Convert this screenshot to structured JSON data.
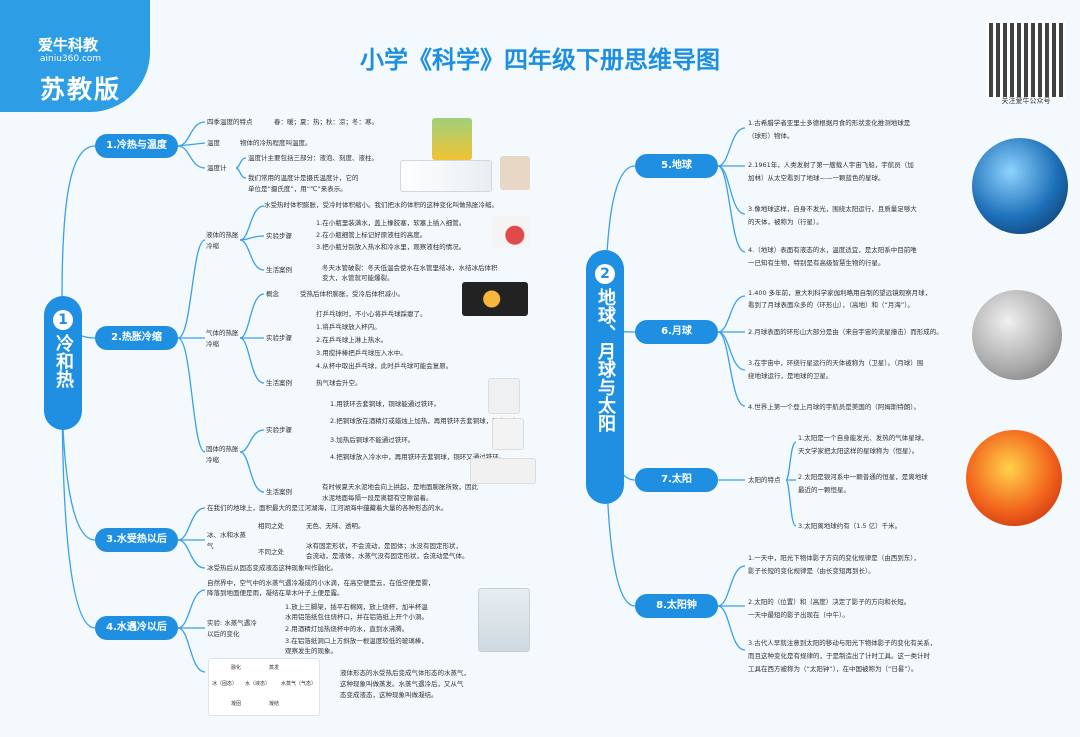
{
  "brand": {
    "name": "爱牛科教",
    "site": "ainiu360.com",
    "edition": "苏教版"
  },
  "title": "小学《科学》四年级下册思维导图",
  "qr_caption": "关注爱牛公众号",
  "colors": {
    "accent": "#1f8fe2",
    "line": "#3aa0e8"
  },
  "left": {
    "number": "1",
    "label": "冷和热",
    "b1": {
      "label": "1.冷热与温度",
      "k1": "四季温度的特点",
      "v1": "春：暖；夏：热；秋：凉；冬：寒。",
      "k2": "温度",
      "v2": "物体的冷热程度叫温度。",
      "k3": "温度计",
      "v3a": "温度计主要包括三部分：液泡、刻度、液柱。",
      "v3b": "我们常用的温度计是摄氏温度计，它的",
      "v3c": "单位是“摄氏度”，用“℃”来表示。"
    },
    "b2": {
      "label": "2.热胀冷缩",
      "liquid": "液体的热胀冷缩",
      "liq_intro": "水受热时体积膨胀，受冷时体积缩小。我们把水的体积的这种变化叫做热胀冷缩。",
      "exp": "实验步骤",
      "liq_steps": [
        "1.在小瓶里装满水，盖上橡胶塞，软塞上插入细管。",
        "2.在小瓶细管上标记好原液柱的高度。",
        "3.把小瓶分别放入热水和冷水里，观察液柱的情况。"
      ],
      "life": "生活案例",
      "liq_life": [
        "冬天水管破裂：冬天低温会使水在水管里结冰，水结冰后体积",
        "变大，水管就可能爆裂。"
      ],
      "gas": "气体的热胀冷缩",
      "concept": "概念",
      "gas_concept": "受热后体积膨胀，受冷后体积减小。",
      "gas_steps": [
        "打乒乓球时，不小心将乒乓球踩瘪了。",
        "1.将乒乓球放入杯内。",
        "2.在乒乓球上淋上热水。",
        "3.用搅拌棒把乒乓球压入水中。",
        "4.从杯中取出乒乓球，此时乒乓球可能会复原。"
      ],
      "gas_life": "热气球会升空。",
      "solid": "固体的热胀冷缩",
      "solid_steps": [
        "1.用铁环去套铜球，铜球能通过铁环。",
        "2.把铜球放在酒精灯或蜡烛上加热，再用铁环去套铜球，观察现象。",
        "3.加热后铜球不能通过铁环。",
        "4.把铜球放入冷水中，再用铁环去套铜球，铜环又通过铁环。"
      ],
      "solid_life": [
        "有时候夏天水泥地会向上拱起，是地面膨胀所致，因此",
        "水泥地面每隔一段是离都有空隙留着。"
      ]
    },
    "b3": {
      "label": "3.水受热以后",
      "intro": "在我们的地球上，面积最大的是江河湖海，江河湖海中蕴藏着大量的各种形态的水。",
      "group": "冰、水和水蒸气",
      "same_k": "相同之处",
      "same_v": "无色、无味、透明。",
      "diff_k": "不同之处",
      "diff_v": [
        "冰有固定形状，不会流动，是固体；水没有固定形状，",
        "会流动，是液体，水蒸气没有固定形状，会流动是气体。"
      ],
      "melt": "冰受热后从固态变成液态这种现象叫作融化。"
    },
    "b4": {
      "label": "4.水遇冷以后",
      "intro": [
        "自然界中，空气中的水蒸气遇冷凝成的小水滴，在高空便是云，在低空便是雾，",
        "降落到地面便是雨，凝结在草木叶子上便是露。"
      ],
      "exp": "实验: 水蒸气遇冷以后的变化",
      "steps": [
        "1.放上三脚架，插平石棉网，放上烧杯，加半杯温",
        "水用铝箔纸包住烧杯口，并在铝箔纸上开个小洞。",
        "2.用酒精灯加热烧杯中的水，直到水沸腾。",
        "3.在铝箔纸洞口上方斜放一根温度较低的玻璃棒，",
        "观察发生的现象。"
      ],
      "summary": [
        "液体形态的水受热后变成气体形态的水蒸气，",
        "这种现象叫做蒸发。水蒸气遇冷后，又从气",
        "态变成液态，这种现象叫做凝结。"
      ],
      "cycle": [
        "冰（固态）",
        "水（液态）",
        "水蒸气（气态）",
        "融化",
        "凝固",
        "蒸发",
        "凝结"
      ]
    }
  },
  "right": {
    "number": "2",
    "label": "地球、月球与太阳",
    "b5": {
      "label": "5.地球",
      "items": [
        [
          "1.古希腊学者亚里士多德根据月食的形状变化推测地球是",
          "（球形）物体。"
        ],
        [
          "2.1961年，人类发射了第一艘载人宇宙飞船，宇航员（加",
          "加林）从太空看到了地球——一颗蓝色的星球。"
        ],
        [
          "3.像地球这样，自身不发光，围绕太阳运行，且质量足够大",
          "的天体，被称为（行星）。"
        ],
        [
          "4.（地球）表面有液态的水，温度适宜，是太阳系中目前唯",
          "一已知有生物，特别是有高级智慧生物的行星。"
        ]
      ]
    },
    "b6": {
      "label": "6.月球",
      "items": [
        [
          "1.400 多年前，意大利科学家伽利略用自制的望远镜观察月球，",
          "看到了月球表面众多的（环形山），（高地）和（“月海”）。"
        ],
        [
          "2.月球表面的环形山大部分是由（来自宇宙的流星撞击）而形成的。"
        ],
        [
          "3.在宇宙中，环绕行星运行的天体被称为（卫星）。（月球）围",
          "绕地球运行，是地球的卫星。"
        ],
        [
          "4.世界上第一个登上月球的宇航员是美国的（阿姆斯特朗）。"
        ]
      ]
    },
    "b7": {
      "label": "7.太阳",
      "feature": "太阳的特点",
      "items": [
        [
          "1.太阳是一个自身能发光、发热的气体星球，",
          "天文学家把太阳这样的星球称为（恒星）。"
        ],
        [
          "2.太阳是银河系中一颗普通的恒星，是离地球",
          "最近的一颗恒星。"
        ],
        [
          "3.太阳离地球约有（1.5 亿）千米。"
        ]
      ]
    },
    "b8": {
      "label": "8.太阳钟",
      "items": [
        [
          "1.一天中，阳光下物体影子方向的变化规律是（由西到东），",
          "影子长短的变化规律是（由长变短再到长）。"
        ],
        [
          "2.太阳的（位置）和（高度）决定了影子的方向和长短。",
          "一天中最短的影子出现在（中午）。"
        ],
        [
          "3.古代人早就注意到太阳的移动与阳光下物体影子的变化有关系，",
          "而且这种变化是有规律的，于是制造出了计时工具。这一类计时",
          "工具在西方被称为（“太阳钟”），在中国被称为（“日晷”）。"
        ]
      ]
    }
  }
}
